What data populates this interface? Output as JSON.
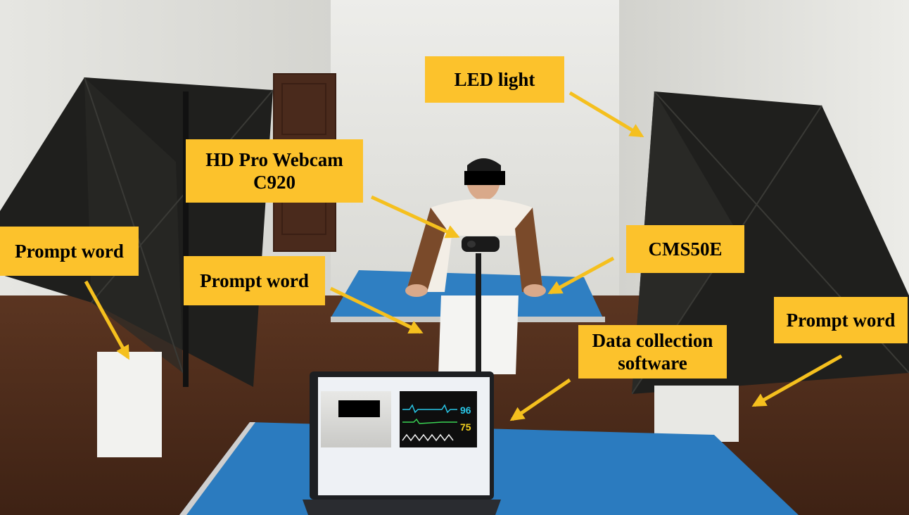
{
  "labels": {
    "led_light": "LED light",
    "webcam": "HD Pro Webcam C920",
    "webcam_line1": "HD Pro Webcam",
    "webcam_line2": "C920",
    "cms50e": "CMS50E",
    "prompt_word_left": "Prompt word",
    "prompt_word_center": "Prompt word",
    "prompt_word_right": "Prompt word",
    "data_software_line1": "Data collection",
    "data_software_line2": "software"
  },
  "screen": {
    "reading_top": "96",
    "reading_bottom": "75"
  },
  "colors": {
    "label_background": "#fcc22c",
    "arrow": "#f5c01e",
    "softbox": "#1e1e1c",
    "table": "#2b7bbf"
  }
}
